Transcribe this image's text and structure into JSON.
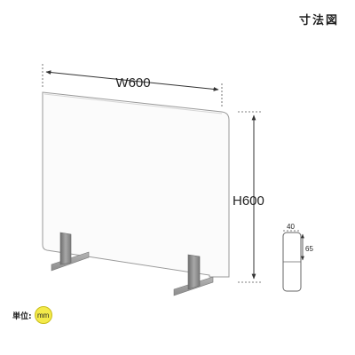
{
  "header": {
    "title": "寸法図"
  },
  "dimensions": {
    "width_label": "W600",
    "height_label": "H600",
    "foot_width_label": "40",
    "foot_height_label": "65"
  },
  "unit": {
    "label": "単位:",
    "value": "mm"
  },
  "colors": {
    "panel_edge": "#9a9a9a",
    "foot_metal": "#8a8a8a",
    "unit_badge": "#f4ea4a"
  }
}
